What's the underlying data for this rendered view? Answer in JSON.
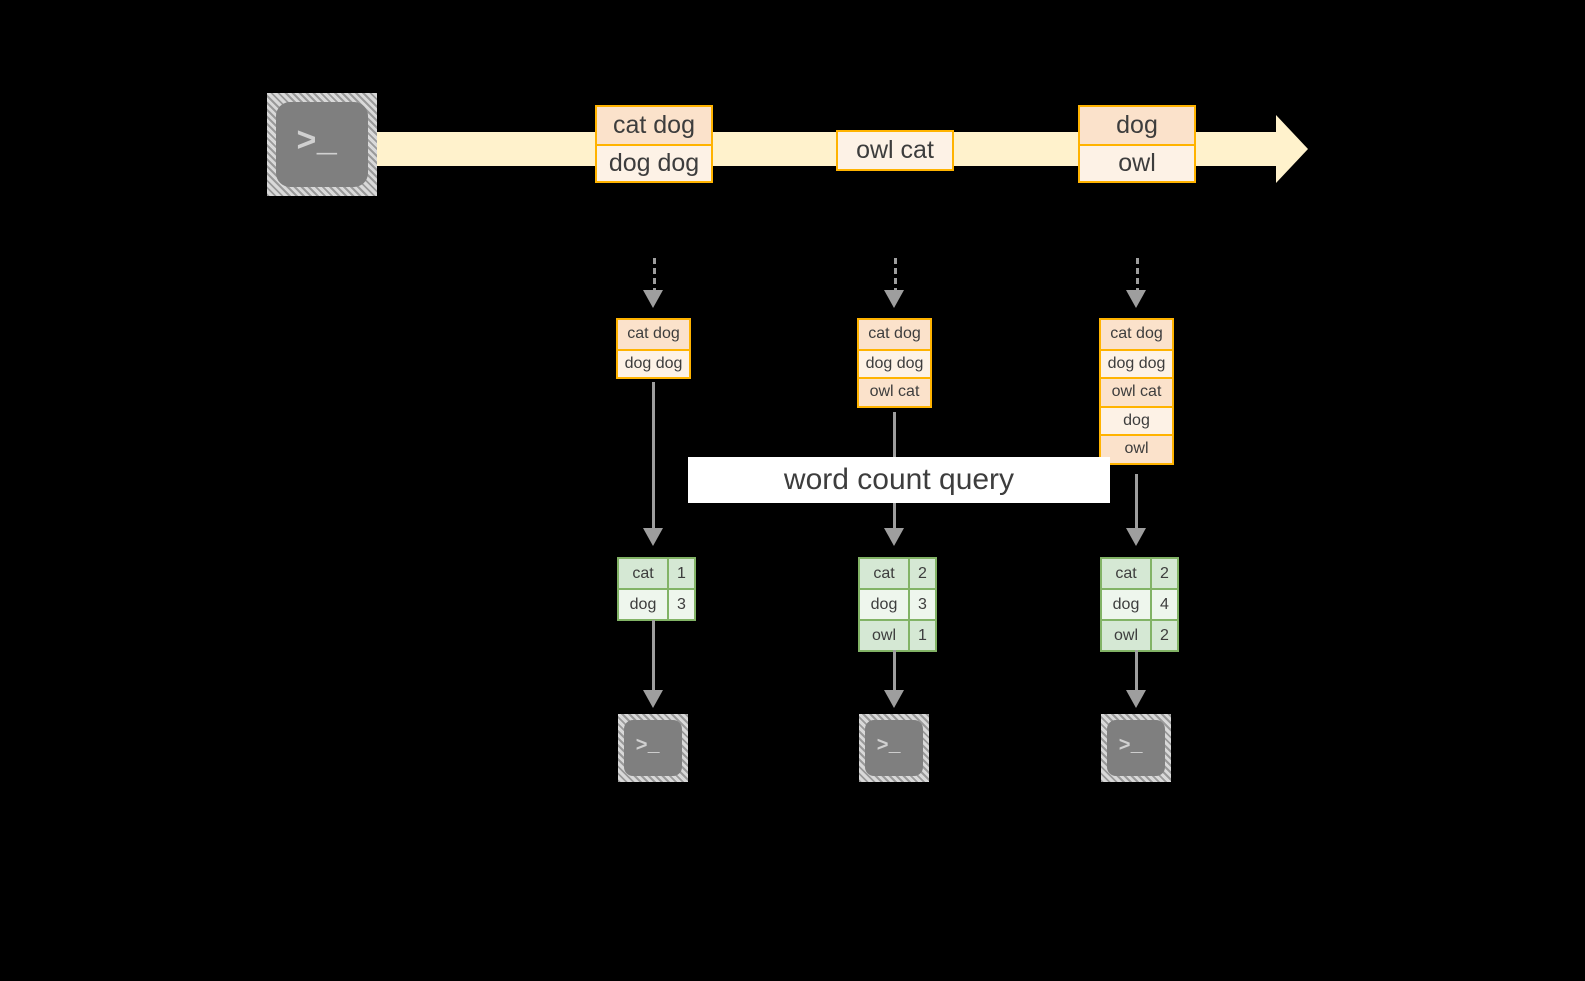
{
  "diagram": {
    "stream": {
      "source_terminal": {
        "icon": "terminal-icon",
        "prompt": ">_"
      },
      "arrow_direction": "right",
      "events": [
        {
          "lines": [
            "cat dog",
            "dog dog"
          ]
        },
        {
          "lines": [
            "owl cat"
          ]
        },
        {
          "lines": [
            "dog",
            "owl"
          ]
        }
      ]
    },
    "query_banner": {
      "label": "word count query"
    },
    "columns": [
      {
        "state_box": {
          "lines": [
            "cat dog",
            "dog dog"
          ]
        },
        "result_table": {
          "rows": [
            {
              "word": "cat",
              "count": "1"
            },
            {
              "word": "dog",
              "count": "3"
            }
          ]
        },
        "sink_terminal": {
          "icon": "terminal-icon",
          "prompt": ">_"
        }
      },
      {
        "state_box": {
          "lines": [
            "cat dog",
            "dog dog",
            "owl cat"
          ]
        },
        "result_table": {
          "rows": [
            {
              "word": "cat",
              "count": "2"
            },
            {
              "word": "dog",
              "count": "3"
            },
            {
              "word": "owl",
              "count": "1"
            }
          ]
        },
        "sink_terminal": {
          "icon": "terminal-icon",
          "prompt": ">_"
        }
      },
      {
        "state_box": {
          "lines": [
            "cat dog",
            "dog dog",
            "owl cat",
            "dog",
            "owl"
          ]
        },
        "result_table": {
          "rows": [
            {
              "word": "cat",
              "count": "2"
            },
            {
              "word": "dog",
              "count": "4"
            },
            {
              "word": "owl",
              "count": "2"
            }
          ]
        },
        "sink_terminal": {
          "icon": "terminal-icon",
          "prompt": ">_"
        }
      }
    ],
    "colors": {
      "background": "#000000",
      "stream_fill": "#FFF2CC",
      "record_border": "#FFB300",
      "record_fill_shade": "#FBE2CB",
      "record_fill_light": "#FDF2E6",
      "table_border": "#82B366",
      "table_fill_shade": "#D5E8D4",
      "table_fill_light": "#EEF6ED",
      "arrow": "#9E9E9E",
      "terminal": "#7F7F7F",
      "banner": "#FFFFFF",
      "text": "#3D3D3D"
    }
  }
}
